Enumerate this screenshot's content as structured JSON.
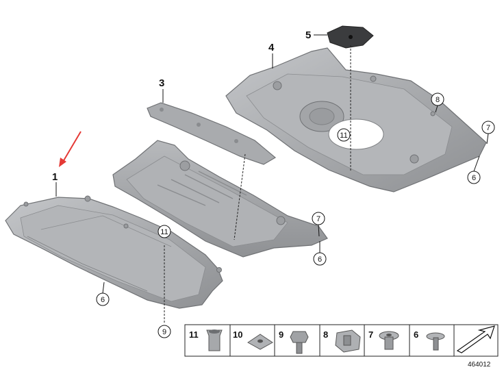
{
  "part_labels": [
    "1",
    "3",
    "4",
    "5"
  ],
  "callouts": [
    "11",
    "6",
    "9",
    "7",
    "6",
    "11",
    "8",
    "7",
    "6"
  ],
  "legend": [
    "11",
    "10",
    "9",
    "8",
    "7",
    "6"
  ],
  "diagram_id": "464012",
  "colors": {
    "panel_fill": "#a9abae",
    "panel_edge": "#6f7174",
    "panel_dark": "#8a8c8f",
    "arrow": "#e53935"
  }
}
